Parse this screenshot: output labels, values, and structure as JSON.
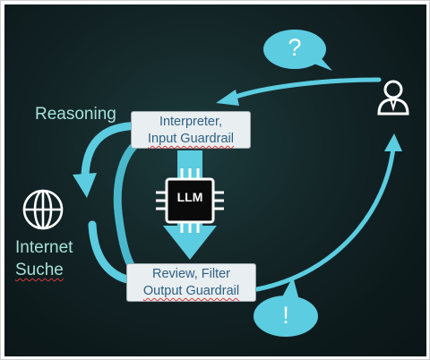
{
  "reasoning_label": "Reasoning",
  "internet": {
    "line1": "Internet",
    "line2": "Suche",
    "icon": "globe-icon"
  },
  "input_box": {
    "line1": "Interpreter,",
    "line2": "Input Guardrail"
  },
  "output_box": {
    "line1": "Review, Filter",
    "line2": "Output Guardrail"
  },
  "chip": {
    "label": "LLM",
    "icon": "chip-icon"
  },
  "user": {
    "icon": "user-icon"
  },
  "question_bubble": {
    "symbol": "?"
  },
  "answer_bubble": {
    "symbol": "!"
  },
  "colors": {
    "accent": "#5ccce0",
    "label": "#a6e0da",
    "box_text": "#2d6082",
    "background": "#142628"
  }
}
